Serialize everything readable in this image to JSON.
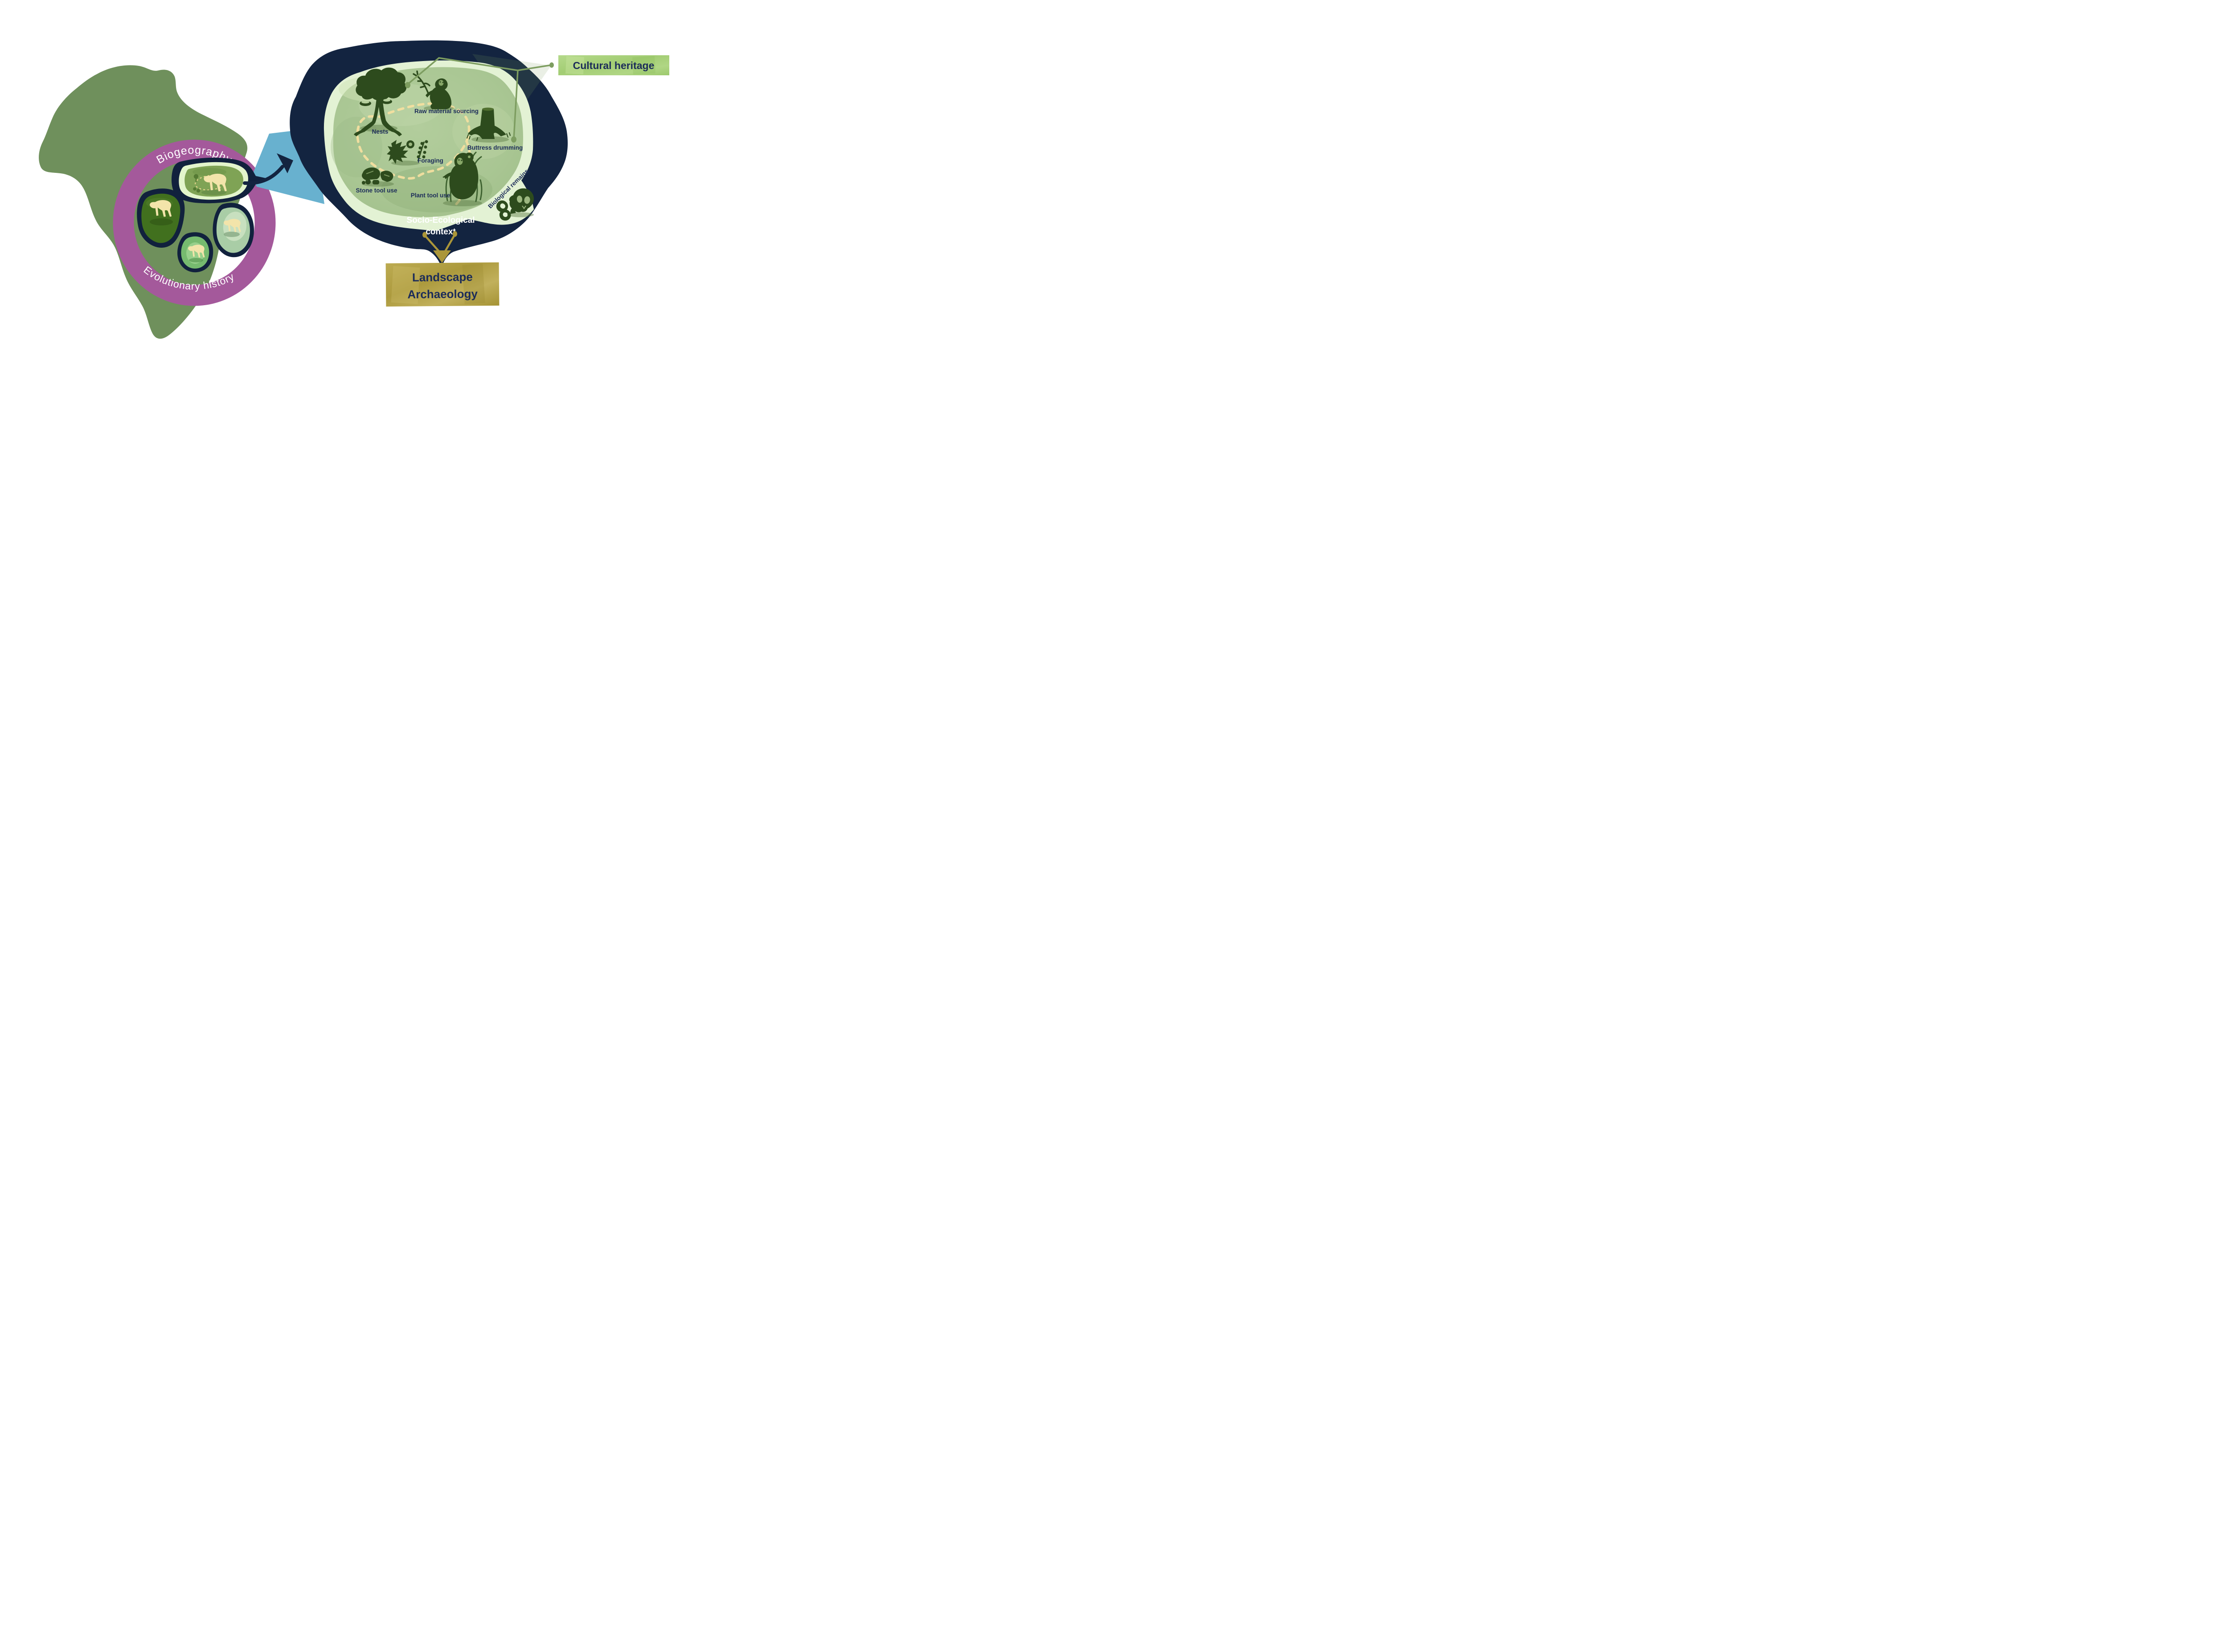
{
  "africa_panel": {
    "ring_top_label": "Biogeography",
    "ring_bottom_label": "Evolutionary history"
  },
  "site_panel": {
    "labels": {
      "nests": "Nests",
      "raw_material": "Raw material sourcing",
      "buttress": "Buttress drumming",
      "foraging": "Foraging",
      "stone_tool": "Stone tool use",
      "plant_tool": "Plant tool use",
      "biological": "Biological remains"
    },
    "context_line1": "Socio-Ecological",
    "context_line2": "context"
  },
  "callouts": {
    "cultural_heritage": "Cultural heritage",
    "landscape_line1": "Landscape",
    "landscape_line2": "Archaeology"
  },
  "colors": {
    "navy": "#132440",
    "africa_green": "#6f905c",
    "ring_purple": "#a4599b",
    "wedge_blue": "#68b1cf",
    "pale_green": "#e3f2d4",
    "wash_green": "#a9c693",
    "illustration_green": "#2d4b1d",
    "chimp_cream": "#f3e4aa",
    "trail_yellow": "#f3dfa0",
    "gold": "#ab9639",
    "gold_box": "#b3a146",
    "heritage_box_green": "#a7d07b",
    "leader_olive": "#7d9d60",
    "label_navy": "#1c2c59"
  }
}
